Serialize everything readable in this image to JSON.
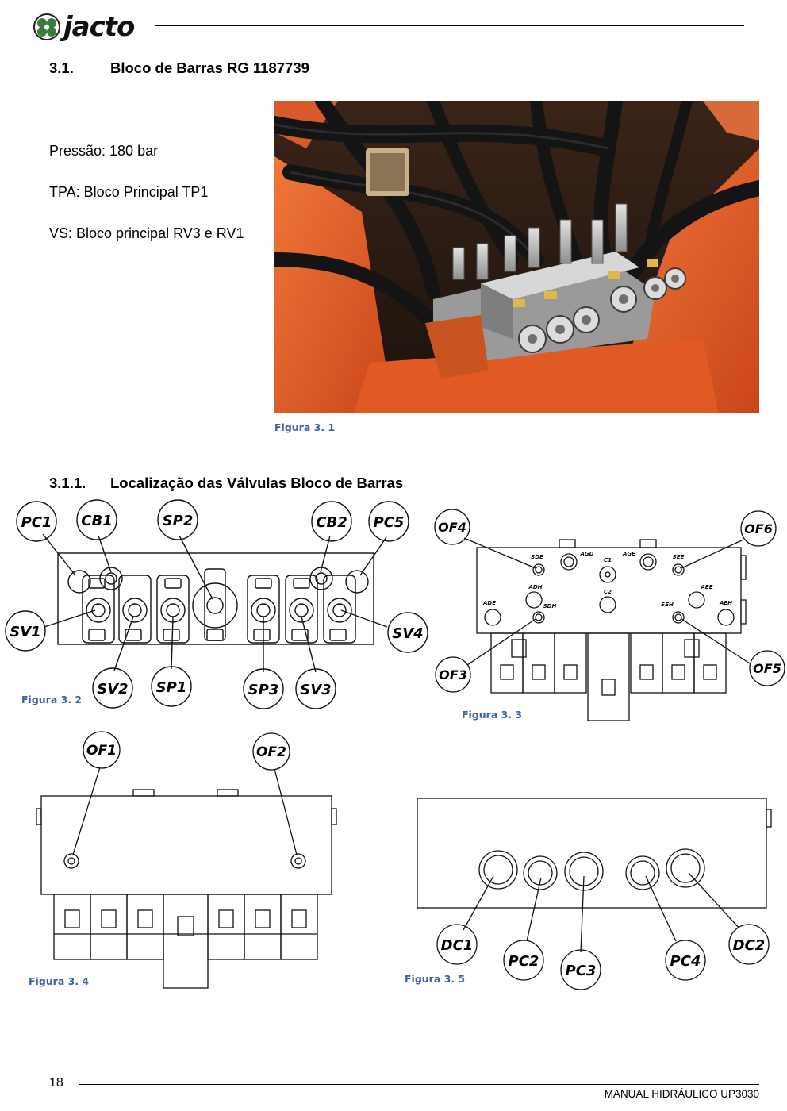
{
  "header": {
    "brand": "jacto"
  },
  "section_31": {
    "number": "3.1.",
    "title": "Bloco de Barras RG 1187739"
  },
  "specs": [
    "Pressão: 180 bar",
    "TPA: Bloco Principal TP1",
    "VS: Bloco principal RV3 e RV1"
  ],
  "figures": {
    "f31": "Figura 3. 1",
    "f32": "Figura 3. 2",
    "f33": "Figura 3. 3",
    "f34": "Figura 3. 4",
    "f35": "Figura 3. 5"
  },
  "section_311": {
    "number": "3.1.1.",
    "title": "Localização das Válvulas Bloco de Barras"
  },
  "fig32_labels": [
    "PC1",
    "CB1",
    "SP2",
    "CB2",
    "PC5",
    "SV1",
    "SV4",
    "SV2",
    "SP1",
    "SP3",
    "SV3"
  ],
  "fig33_labels": [
    "OF4",
    "OF6",
    "OF3",
    "OF5"
  ],
  "fig33_ports": [
    "SDE",
    "AGD",
    "C1",
    "AGE",
    "SEE",
    "ADH",
    "AEE",
    "C2",
    "ADE",
    "SDH",
    "SEH",
    "AEH"
  ],
  "fig34_labels": [
    "OF1",
    "OF2"
  ],
  "fig35_labels": [
    "DC1",
    "PC2",
    "PC3",
    "PC4",
    "DC2"
  ],
  "footer": {
    "page": "18",
    "manual": "MANUAL HIDRÁULICO UP3030"
  }
}
